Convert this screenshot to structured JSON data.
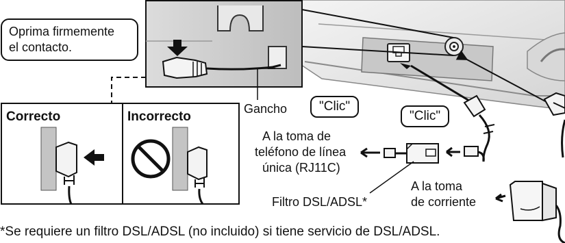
{
  "labels": {
    "press_firmly": [
      "Oprima firmemente",
      "el contacto."
    ],
    "hook": "Gancho",
    "click": "\"Clic\"",
    "correct": "Correcto",
    "incorrect": "Incorrecto",
    "phone_jack": [
      "A la toma de",
      "teléfono de línea",
      "única (RJ11C)"
    ],
    "outlet": [
      "A la toma",
      "de corriente"
    ],
    "filter": "Filtro DSL/ADSL*",
    "footnote": "*Se requiere un filtro DSL/ADSL (no incluido) si tiene servicio de DSL/ADSL."
  },
  "icons": {
    "incorrect_symbol": "prohibited-icon",
    "direction_arrow": "arrow-icon"
  },
  "colors": {
    "ink": "#111111",
    "panel_gray": "#cfcfcf",
    "base_gray": "#e6e6e6"
  }
}
